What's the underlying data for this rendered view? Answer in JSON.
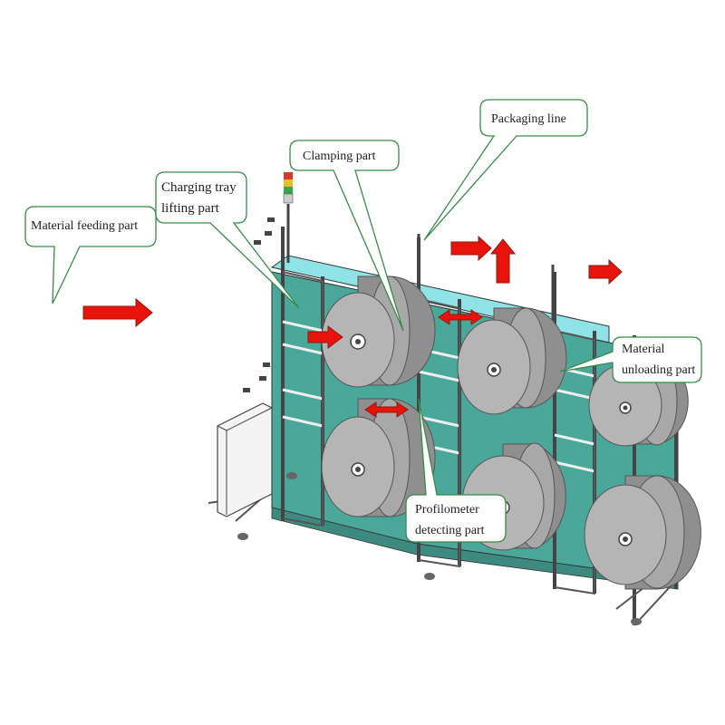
{
  "callouts": {
    "feeding": {
      "lines": [
        "Material feeding part"
      ]
    },
    "charging": {
      "lines": [
        "Charging tray",
        "lifting part"
      ]
    },
    "clamping": {
      "lines": [
        "Clamping part"
      ]
    },
    "packaging": {
      "lines": [
        "Packaging line"
      ]
    },
    "unloading": {
      "lines": [
        "Material",
        "unloading part"
      ]
    },
    "profilometer": {
      "lines": [
        "Profilometer",
        "detecting part"
      ]
    }
  },
  "colors": {
    "callout_border": "#3a8a4a",
    "arrow_fill": "#e8140c",
    "arrow_stroke": "#8a1a10",
    "panel_fill": "#4aa89a",
    "top_rail": "#8fe3e6",
    "roll_fill": "#9a9a9a",
    "roll_face": "#b4b4b4",
    "frame": "#555555"
  },
  "icons": {
    "arrow": "red-block-arrow",
    "roll": "material-roll",
    "signal": "signal-tower-light"
  }
}
